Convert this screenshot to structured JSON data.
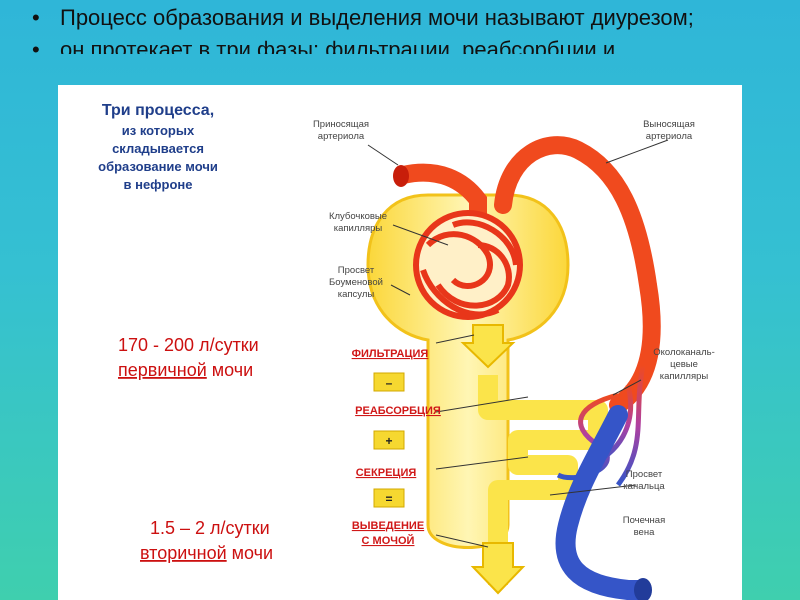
{
  "bullets": [
    "Процесс образования и выделения мочи называют диурезом;",
    "он протекает в три фазы: фильтрации, реабсорбции и"
  ],
  "diagram": {
    "title_lines": [
      "Три процесса,",
      "из которых",
      "складывается",
      "образование мочи",
      "в нефроне"
    ],
    "labels": {
      "afferent": [
        "Приносящая",
        "артериола"
      ],
      "efferent": [
        "Выносящая",
        "артериола"
      ],
      "glomerular": [
        "Клубочковые",
        "капилляры"
      ],
      "bowman": [
        "Просвет",
        "Боуменовой",
        "капсулы"
      ],
      "peritubular": [
        "Околоканаль-",
        "цевые",
        "капилляры"
      ],
      "tubule": [
        "Просвет",
        "канальца"
      ],
      "vein": [
        "Почечная",
        "вена"
      ]
    },
    "processes": [
      "ФИЛЬТРАЦИЯ",
      "РЕАБСОРБЦИЯ",
      "СЕКРЕЦИЯ",
      "ВЫВЕДЕНИЕ",
      "С МОЧОЙ"
    ],
    "operators": [
      "–",
      "+",
      "="
    ],
    "primary": {
      "amount": "170 - 200 л/сутки",
      "kind": "первичной",
      "noun": " мочи"
    },
    "secondary": {
      "amount": "1.5 – 2 л/сутки",
      "kind": "вторичной",
      "noun": " мочи"
    }
  },
  "colors": {
    "artery": "#f04a1e",
    "vein": "#3555c8",
    "tubule": "#fbe44a",
    "accent": "#d01818"
  }
}
